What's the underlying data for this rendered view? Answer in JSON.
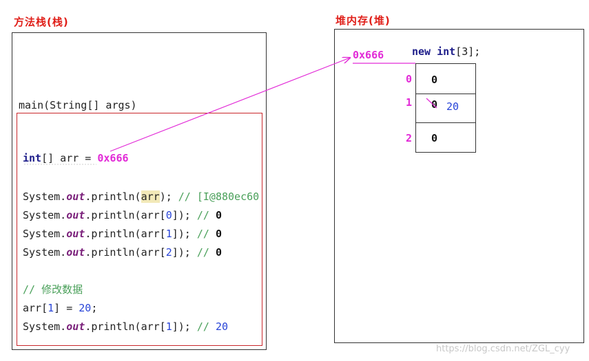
{
  "stack": {
    "title": "方法栈(栈)",
    "frame_label": "main(String[] args)"
  },
  "heap": {
    "title": "堆内存(堆)",
    "pointer_address": "0x666",
    "new_kw": "new",
    "int_kw": "int",
    "size_rest": "[3];",
    "indices": [
      "0",
      "1",
      "2"
    ],
    "cells": [
      "0",
      "0",
      "0"
    ],
    "modified_value": "20"
  },
  "code": {
    "decl_kw": "int",
    "decl_rest": "[] arr = ",
    "decl_addr": "0x666",
    "sys": "System.",
    "out": "out",
    "println_open": ".println(",
    "arr": "arr",
    "print_close": ");",
    "comment_prefix": " // ",
    "hash_value": "[I@880ec60",
    "println_idx0_prefix": ".println(arr[",
    "idx0": "0",
    "idx1": "1",
    "idx2": "2",
    "println_idx_suffix": "]);",
    "zero": "0",
    "comment_modify": "// 修改数据",
    "assign_prefix": "arr[",
    "assign_mid": "] = ",
    "assign_value": "20",
    "assign_end": ";",
    "final_value": "20"
  },
  "watermark": "https://blog.csdn.net/ZGL_cyy",
  "colors": {
    "title": "#e0201a",
    "pointer": "#e22ad7",
    "keyword": "#1d1d8a",
    "number": "#2844d8",
    "comment": "#4aa05a"
  }
}
